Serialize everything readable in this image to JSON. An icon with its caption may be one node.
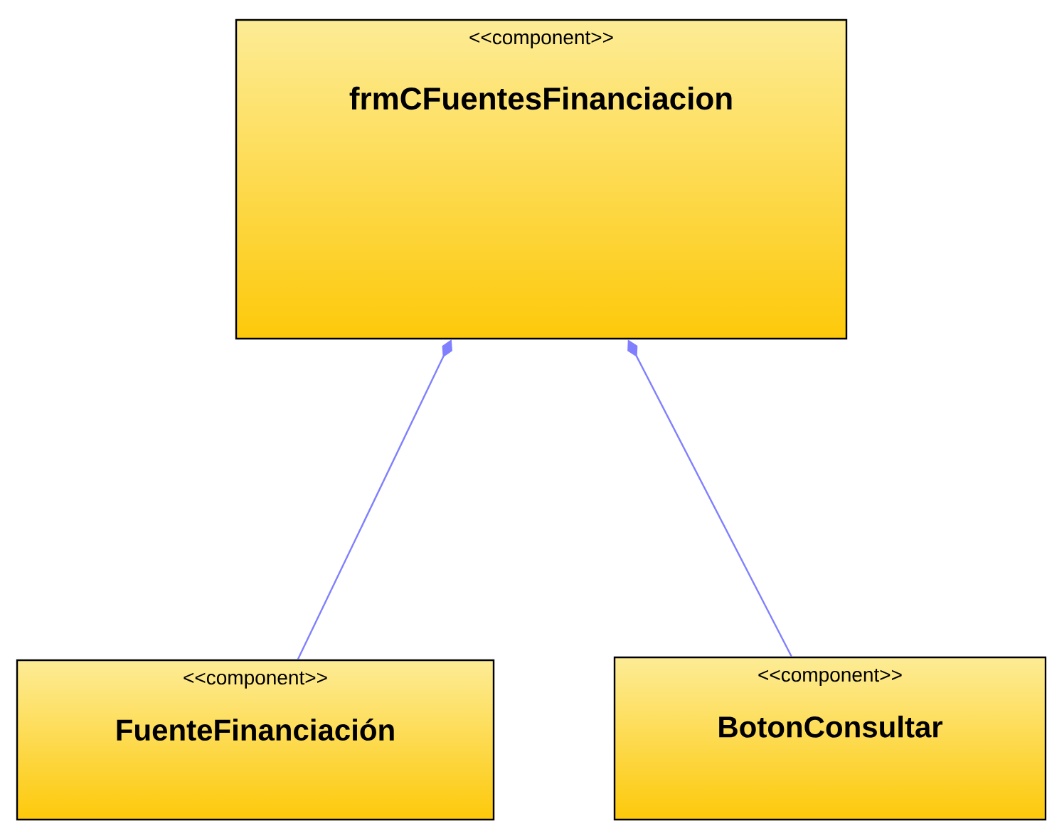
{
  "diagram": {
    "nodes": [
      {
        "text": [
          "<<component>>",
          "frmCFuentesFinanciacion"
        ]
      },
      {
        "text": [
          "<<component>>",
          "FuenteFinanciación"
        ]
      },
      {
        "text": [
          "<<component>>",
          "BotonConsultar"
        ]
      }
    ],
    "edges": [
      {
        "from": 1,
        "to": 0,
        "arrow": "other"
      },
      {
        "from": 2,
        "to": 0,
        "arrow": "other"
      }
    ]
  }
}
